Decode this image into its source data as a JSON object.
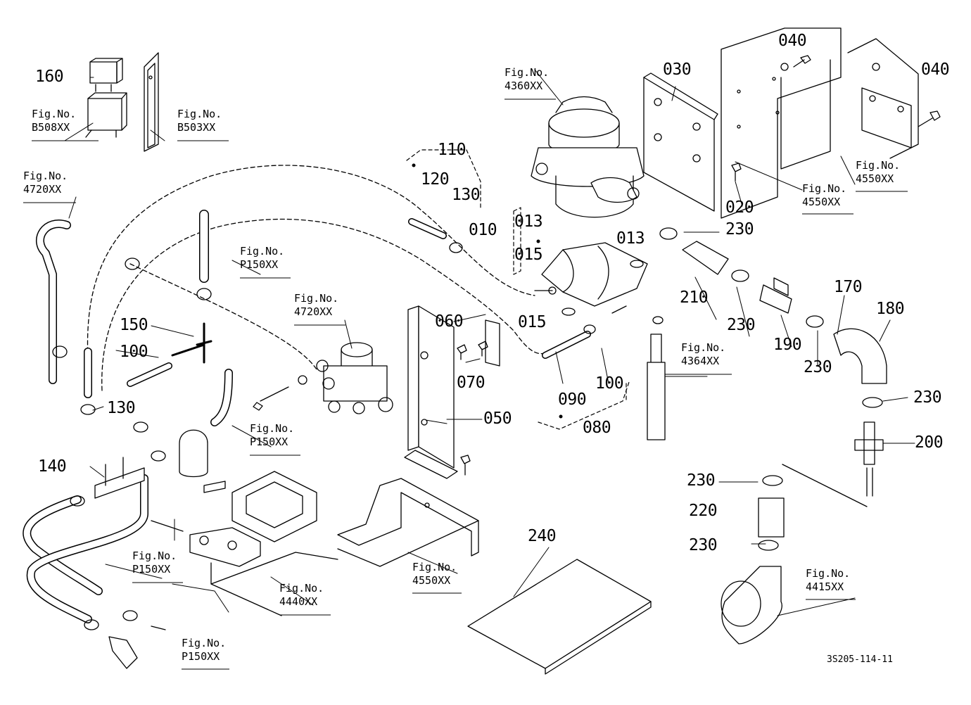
{
  "parts": {
    "p160": "160",
    "p110": "110",
    "p120": "120",
    "p130a": "130",
    "p010": "010",
    "p013a": "013",
    "p015a": "015",
    "p013b": "013",
    "p015b": "015",
    "p030": "030",
    "p040a": "040",
    "p040b": "040",
    "p020": "020",
    "p230a": "230",
    "p210": "210",
    "p230b": "230",
    "p190": "190",
    "p230c": "230",
    "p170": "170",
    "p180": "180",
    "p230d": "230",
    "p200": "200",
    "p150": "150",
    "p100a": "100",
    "p130b": "130",
    "p140": "140",
    "p060": "060",
    "p070": "070",
    "p050": "050",
    "p100b": "100",
    "p090": "090",
    "p080": "080",
    "p230e": "230",
    "p220": "220",
    "p230f": "230",
    "p240": "240"
  },
  "fig_refs": {
    "b508": {
      "line1": "Fig.No.",
      "line2": "B508XX"
    },
    "b503": {
      "line1": "Fig.No.",
      "line2": "B503XX"
    },
    "f4720a": {
      "line1": "Fig.No.",
      "line2": "4720XX"
    },
    "f4360": {
      "line1": "Fig.No.",
      "line2": "4360XX"
    },
    "f4550a": {
      "line1": "Fig.No.",
      "line2": "4550XX"
    },
    "f4550b": {
      "line1": "Fig.No.",
      "line2": "4550XX"
    },
    "p150a": {
      "line1": "Fig.No.",
      "line2": "P150XX"
    },
    "f4720b": {
      "line1": "Fig.No.",
      "line2": "4720XX"
    },
    "f4364": {
      "line1": "Fig.No.",
      "line2": "4364XX"
    },
    "p150b": {
      "line1": "Fig.No.",
      "line2": "P150XX"
    },
    "p150c": {
      "line1": "Fig.No.",
      "line2": "P150XX"
    },
    "f4440": {
      "line1": "Fig.No.",
      "line2": "4440XX"
    },
    "f4550c": {
      "line1": "Fig.No.",
      "line2": "4550XX"
    },
    "f4415": {
      "line1": "Fig.No.",
      "line2": "4415XX"
    },
    "p150d": {
      "line1": "Fig.No.",
      "line2": "P150XX"
    }
  },
  "drawing_code": "3S205-114-11"
}
